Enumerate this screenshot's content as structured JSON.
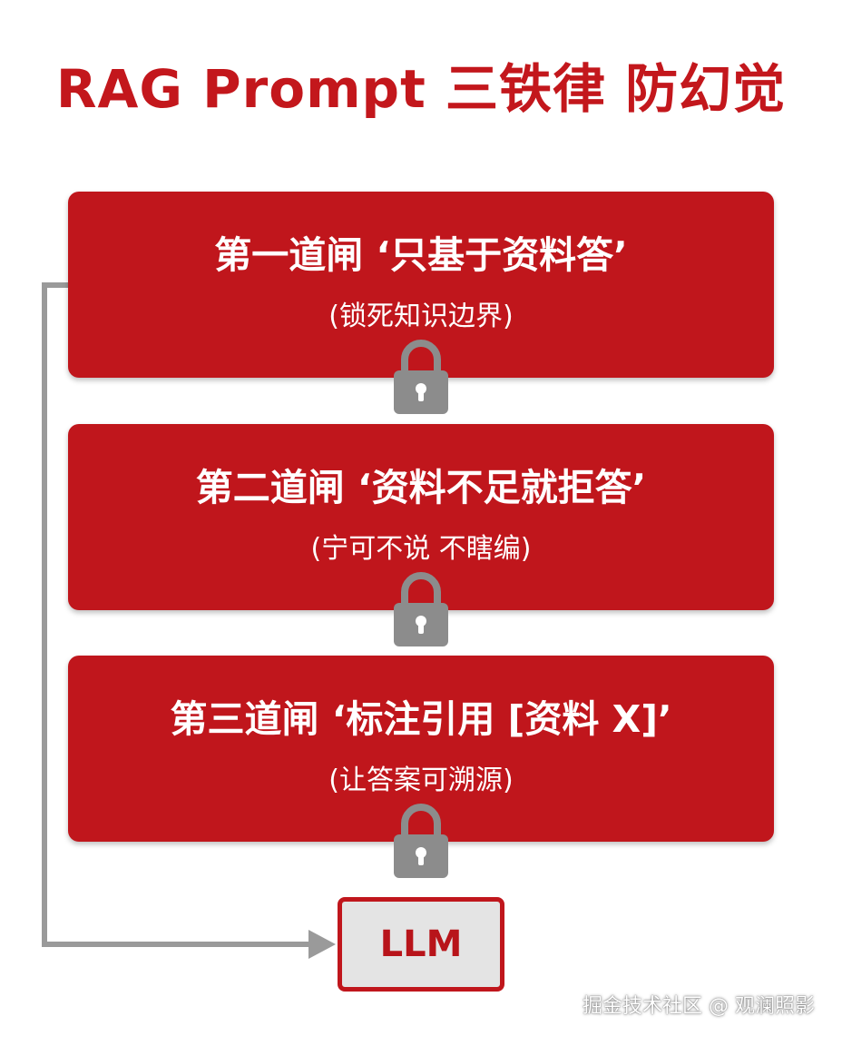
{
  "title": "RAG Prompt 三铁律 防幻觉",
  "gates": [
    {
      "title": "第一道闸 ‘只基于资料答’",
      "subtitle": "(锁死知识边界)"
    },
    {
      "title": "第二道闸 ‘资料不足就拒答’",
      "subtitle": "(宁可不说 不瞎编)"
    },
    {
      "title": "第三道闸 ‘标注引用 [资料 X]’",
      "subtitle": "(让答案可溯源)"
    }
  ],
  "target": {
    "label": "LLM"
  },
  "watermark": "掘金技术社区 @ 观澜照影",
  "colors": {
    "primary_red": "#c0161c",
    "title_red": "#c3171c",
    "lock_gray": "#8c8c8c",
    "connector_gray": "#9a9a9a",
    "llm_box_fill": "#e4e4e4"
  },
  "icons": [
    "padlock-icon",
    "arrow-right-icon"
  ]
}
